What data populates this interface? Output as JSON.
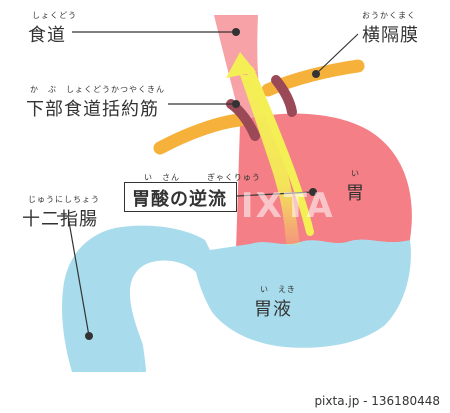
{
  "labels": {
    "esophagus": {
      "ruby": "しょくどう",
      "text": "食道"
    },
    "diaphragm": {
      "ruby": "おうかくまく",
      "text": "横隔膜"
    },
    "les": {
      "ruby": "か　ぶ　しょくどうかつやくきん",
      "text": "下部食道括約筋"
    },
    "duodenum": {
      "ruby": "じゅうにしちょう",
      "text": "十二指腸"
    },
    "stomach": {
      "ruby": "い",
      "text": "胃"
    },
    "gastric_juice": {
      "ruby": "い　えき",
      "text": "胃液"
    },
    "acid_reflux": {
      "ruby": "い　さん　　　ぎゃくりゅう",
      "text": "胃酸の逆流"
    }
  },
  "watermark": "PIXTA",
  "credit": "pixta.jp - 136180448",
  "colors": {
    "stomach_pink": "#f47f86",
    "esophagus_pink": "#f7a2a6",
    "juice_blue": "#a8dcec",
    "diaphragm_orange": "#f6b13a",
    "sphincter": "#9b4857",
    "reflux_yellow": "#f4ef55",
    "leader_line": "#333333"
  }
}
